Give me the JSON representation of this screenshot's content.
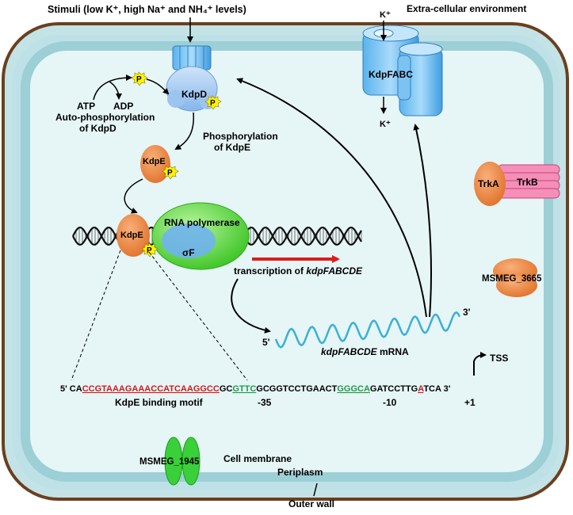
{
  "labels": {
    "stimuli": "Stimuli (low K⁺, high Na⁺ and NH₄⁺ levels)",
    "extracellular": "Extra-cellular environment",
    "k_in": "K⁺",
    "k_out": "K⁺",
    "kdpfabc": "KdpFABC",
    "kdpd": "KdpD",
    "atp": "ATP",
    "adp": "ADP",
    "autophos_1": "Auto-phosphorylation",
    "autophos_2": "of KdpD",
    "phos_kdpe_1": "Phosphorylation",
    "phos_kdpe_2": "of KdpE",
    "kdpe_top": "KdpE",
    "kdpe_dna": "KdpE",
    "p": "P",
    "trka": "TrkA",
    "trkb": "TrkB",
    "rna_pol": "RNA polymerase",
    "sigma": "σF",
    "transcription_pre": "transcription  of ",
    "transcription_gene": "kdpFABCDE",
    "msmeg3665": "MSMEG_3665",
    "five_prime_mrna": "5'",
    "three_prime_mrna": "3'",
    "mrna_gene": "kdpFABCDE",
    "mrna_suffix": " mRNA",
    "tss": "TSS",
    "kdpe_motif": "KdpE binding motif",
    "minus35": "-35",
    "minus10": "-10",
    "plus1": "+1",
    "msmeg1945": "MSMEG_1945",
    "cell_membrane": "Cell membrane",
    "periplasm": "Periplasm",
    "outer_wall": "Outer wall"
  },
  "sequence": {
    "five_prime": "5'",
    "s1": "CA",
    "motif": "CCGTAAAGAAACCATCAAGGCC",
    "s2": "GC",
    "box35": "GTTC",
    "s3": "GCGGTCCTGAACT",
    "box10": "GGGCA",
    "s4": "GATCCTTG",
    "tss_base": "A",
    "s5": "TCA",
    "three_prime": "3'"
  },
  "colors": {
    "wall": "#6b3f1f",
    "periplasm": "#bfe3e7",
    "cytoplasm": "#e8f6f7",
    "membrane": "#a9d6dc",
    "kdpd": "#9ec8f2",
    "kdpe": "#ee8a43",
    "phospho": "#fff200",
    "rnap": "#6ee04a",
    "sigma": "#5fa9e8",
    "mrna": "#3bb0d6",
    "transcription_arrow": "#e01a1a",
    "motif": "#d11a1a",
    "promoter_box": "#1e9b4a",
    "trkb": "#f58fb8",
    "msmeg1945": "#39d039"
  }
}
